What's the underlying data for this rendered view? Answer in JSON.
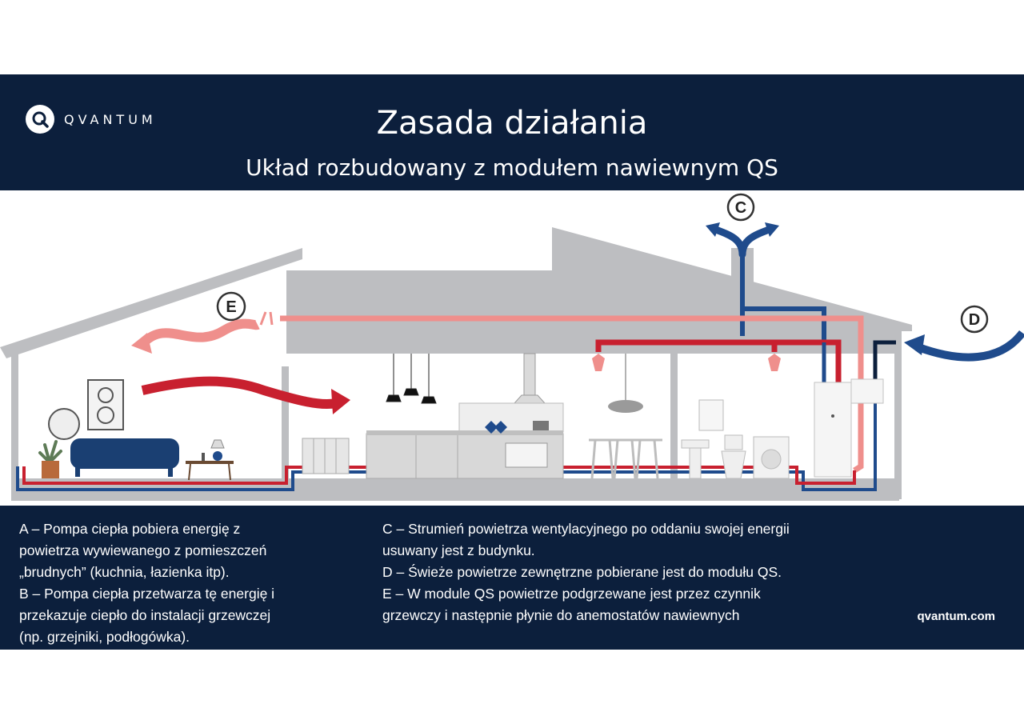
{
  "header": {
    "logo_text": "QVANTUM",
    "title": "Zasada działania",
    "subtitle": "Układ rozbudowany z modułem nawiewnym QS"
  },
  "diagram": {
    "labels": {
      "c": "C",
      "d": "D",
      "e": "E"
    },
    "colors": {
      "warm": "#c8202f",
      "warm_light": "#ef8f8c",
      "cold": "#1f4b8c",
      "building": "#bdbec1",
      "navy": "#0c1f3c"
    },
    "icons": [
      "sofa-icon",
      "wall-art-icon",
      "mirror-icon",
      "plant-icon",
      "lamp-icon",
      "radiator-icon",
      "kitchen-icon",
      "range-hood-icon",
      "pendant-lights-icon",
      "bar-stools-icon",
      "sink-icon",
      "toilet-icon",
      "washing-machine-icon",
      "heat-pump-unit-icon",
      "qs-module-icon",
      "air-diffuser-icon"
    ]
  },
  "footer": {
    "left": [
      "A – Pompa ciepła pobiera energię        z",
      "powietrza wywiewanego z pomieszczeń",
      "„brudnych” (kuchnia, łazienka itp).",
      "B – Pompa ciepła przetwarza tę energię  i",
      "przekazuje ciepło do instalacji grzewczej",
      "(np. grzejniki, podłogówka)."
    ],
    "right": [
      "C – Strumień powietrza wentylacyjnego po oddaniu swojej energii",
      "usuwany jest z budynku.",
      "D – Świeże powietrze zewnętrzne pobierane jest do modułu QS.",
      "E – W module QS powietrze podgrzewane jest przez czynnik",
      "grzewczy i następnie płynie do anemostatów nawiewnych"
    ],
    "website": "qvantum.com"
  }
}
